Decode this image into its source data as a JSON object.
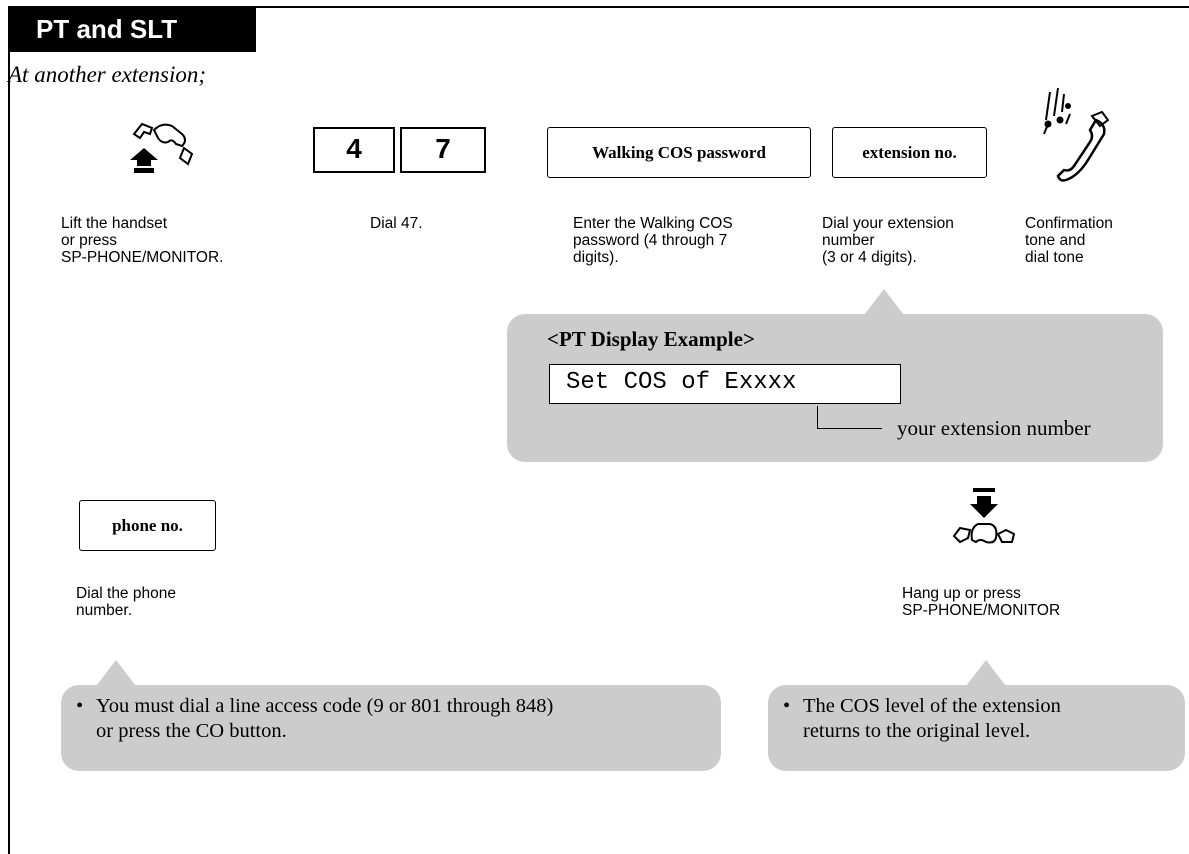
{
  "header": {
    "tab_title": "PT and SLT",
    "subtitle": "At another extension;"
  },
  "steps": [
    {
      "icon": "lift-handset-icon",
      "text": "Lift the handset\nor press\nSP-PHONE/MONITOR."
    },
    {
      "keys": [
        "4",
        "7"
      ],
      "text": "Dial 47."
    },
    {
      "box_label": "Walking COS password",
      "text": "Enter the Walking COS\npassword (4 through 7\ndigits)."
    },
    {
      "box_label": "extension no.",
      "text": "Dial your extension\nnumber\n(3 or 4 digits)."
    },
    {
      "icon": "confirmation-tone-icon",
      "text": "Confirmation\ntone and\ndial tone"
    },
    {
      "box_label": "phone no.",
      "text": "Dial the phone\nnumber."
    },
    {
      "icon": "hang-up-icon",
      "text": "Hang up or press\nSP-PHONE/MONITOR"
    }
  ],
  "display_example": {
    "title": "<PT Display Example>",
    "lcd_text": "Set COS of Exxxx",
    "callout": "your extension number"
  },
  "notes": {
    "phone_note": "You must dial a line access code (9 or 801 through 848)\nor press the CO button.",
    "hangup_note": "The COS level of the extension\nreturns to the original level.",
    "bullet": "•"
  }
}
